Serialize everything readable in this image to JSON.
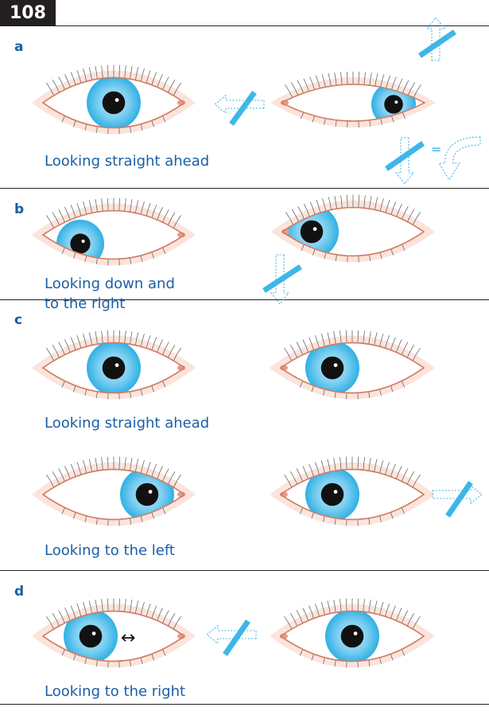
{
  "figure": {
    "number": "108",
    "colors": {
      "iris_edge": "#38b4e6",
      "iris_center": "#bfe8fa",
      "pupil": "#111111",
      "lid_fill": "#fbe4dc",
      "lid_line": "#d27b63",
      "lash": "#555555",
      "arrow_blue": "#3fb6e8",
      "text_blue": "#1a5fa6"
    }
  },
  "panels": [
    {
      "label": "a",
      "captions": [
        "Looking straight ahead"
      ]
    },
    {
      "label": "b",
      "captions": [
        "Looking down and\nto the right"
      ]
    },
    {
      "label": "c",
      "captions": [
        "Looking straight ahead",
        "Looking to the left"
      ]
    },
    {
      "label": "d",
      "captions": [
        "Looking to the right"
      ]
    }
  ],
  "equals_sign": "=",
  "double_arrow": "↔"
}
